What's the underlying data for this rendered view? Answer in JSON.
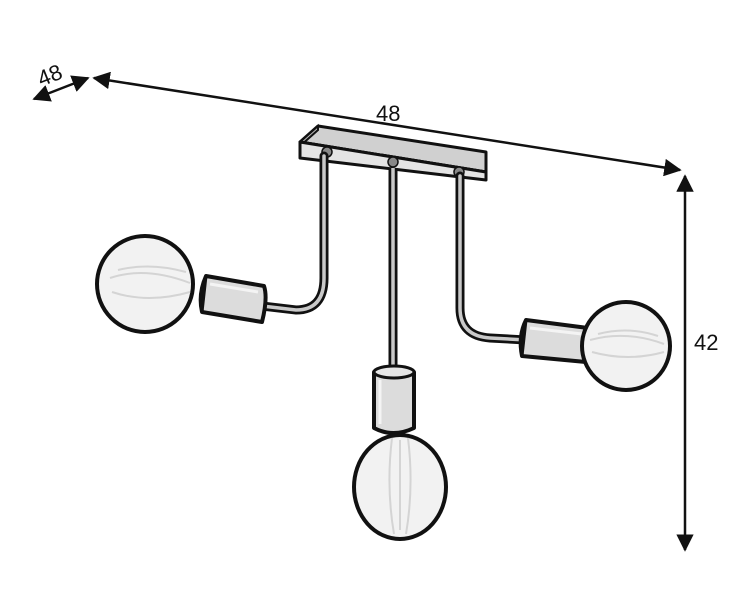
{
  "dimensions": {
    "depth": "48",
    "width": "48",
    "height": "42"
  },
  "colors": {
    "line": "#111111",
    "metal": "#dcdcdc",
    "bulb": "#f2f2f2",
    "filament": "#d4d4d4",
    "background": "#ffffff"
  }
}
